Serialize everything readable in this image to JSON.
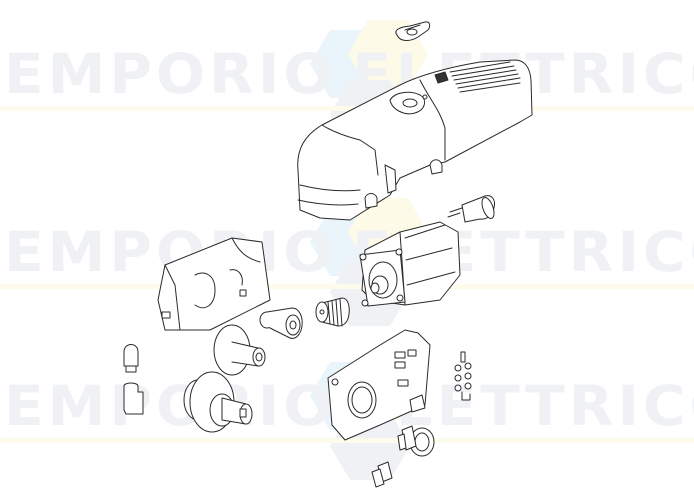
{
  "watermark": {
    "brand_left": "EMPORIO",
    "brand_right": "ELETTRICO",
    "rows_y": [
      52,
      228,
      382
    ],
    "text_color": "#eef0f3",
    "hex_colors": [
      "#e8f3fa",
      "#fdfbe6",
      "#eef0f3"
    ],
    "underline_color": "#fcfbe8"
  },
  "diagram": {
    "type": "exploded-parts-drawing",
    "line_color": "#2a2a2a",
    "fill_color": "#ffffff",
    "parts": [
      {
        "id": "knob",
        "label": "release-knob"
      },
      {
        "id": "cover",
        "label": "motor-cover"
      },
      {
        "id": "capacitor",
        "label": "capacitor"
      },
      {
        "id": "motor",
        "label": "electric-motor"
      },
      {
        "id": "gearbox-half-left",
        "label": "gearbox-housing-left"
      },
      {
        "id": "coupling",
        "label": "coupling"
      },
      {
        "id": "worm-gear",
        "label": "worm-gear"
      },
      {
        "id": "gear-wheel",
        "label": "gear-wheel-with-shaft"
      },
      {
        "id": "output-pinion",
        "label": "output-pinion-with-bearing"
      },
      {
        "id": "lamp",
        "label": "lamp-bulb"
      },
      {
        "id": "lamp-holder",
        "label": "lamp-holder"
      },
      {
        "id": "gearbox-half-right",
        "label": "gearbox-housing-right"
      },
      {
        "id": "terminal-block",
        "label": "terminal-block"
      },
      {
        "id": "limit-switch-cam",
        "label": "limit-switch-cam"
      },
      {
        "id": "microswitch",
        "label": "microswitch"
      }
    ]
  }
}
